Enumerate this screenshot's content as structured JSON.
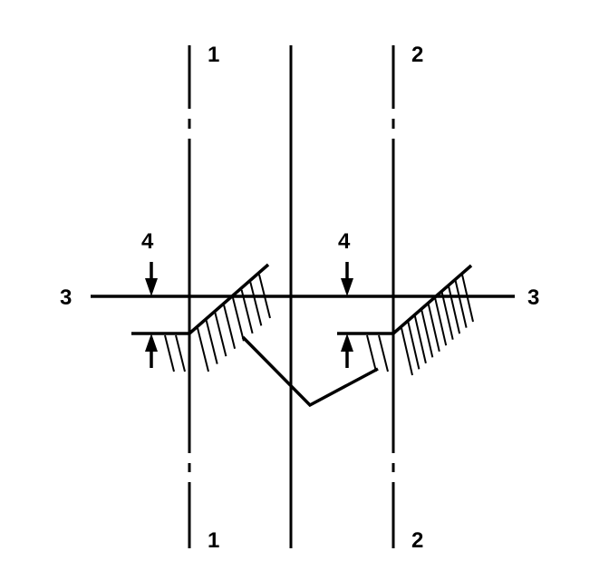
{
  "diagram": {
    "labels": {
      "line1_top": "1",
      "line1_bottom": "1",
      "line2_top": "2",
      "line2_bottom": "2",
      "line3_left": "3",
      "line3_right": "3",
      "dim4_left": "4",
      "dim4_right": "4"
    }
  }
}
